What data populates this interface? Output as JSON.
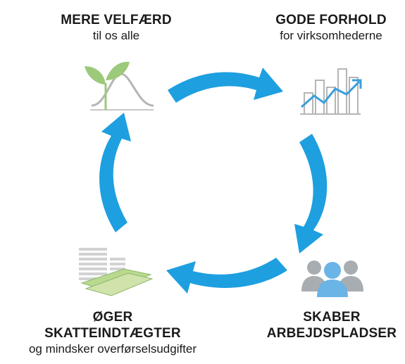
{
  "nodes": {
    "top_left": {
      "title": "MERE VELFÆRD",
      "subtitle": "til os alle",
      "icon": "sprout-curve-icon"
    },
    "top_right": {
      "title": "GODE FORHOLD",
      "subtitle": "for virksomhederne",
      "icon": "bar-chart-trend-icon"
    },
    "bottom_right": {
      "title_line1": "SKABER",
      "title_line2": "ARBEJDSPLADSER",
      "icon": "people-group-icon"
    },
    "bottom_left": {
      "title_line1": "ØGER",
      "title_line2": "SKATTEINDTÆGTER",
      "subtitle": "og mindsker overførselsudgifter",
      "icon": "money-stack-icon"
    }
  },
  "colors": {
    "arrow": "#1e9fe0",
    "icon_green": "#9cc97a",
    "icon_gray": "#b5b5b5",
    "icon_blue": "#3a9fdb",
    "people_blue": "#6ab4e6",
    "people_gray": "#a8adb2"
  }
}
